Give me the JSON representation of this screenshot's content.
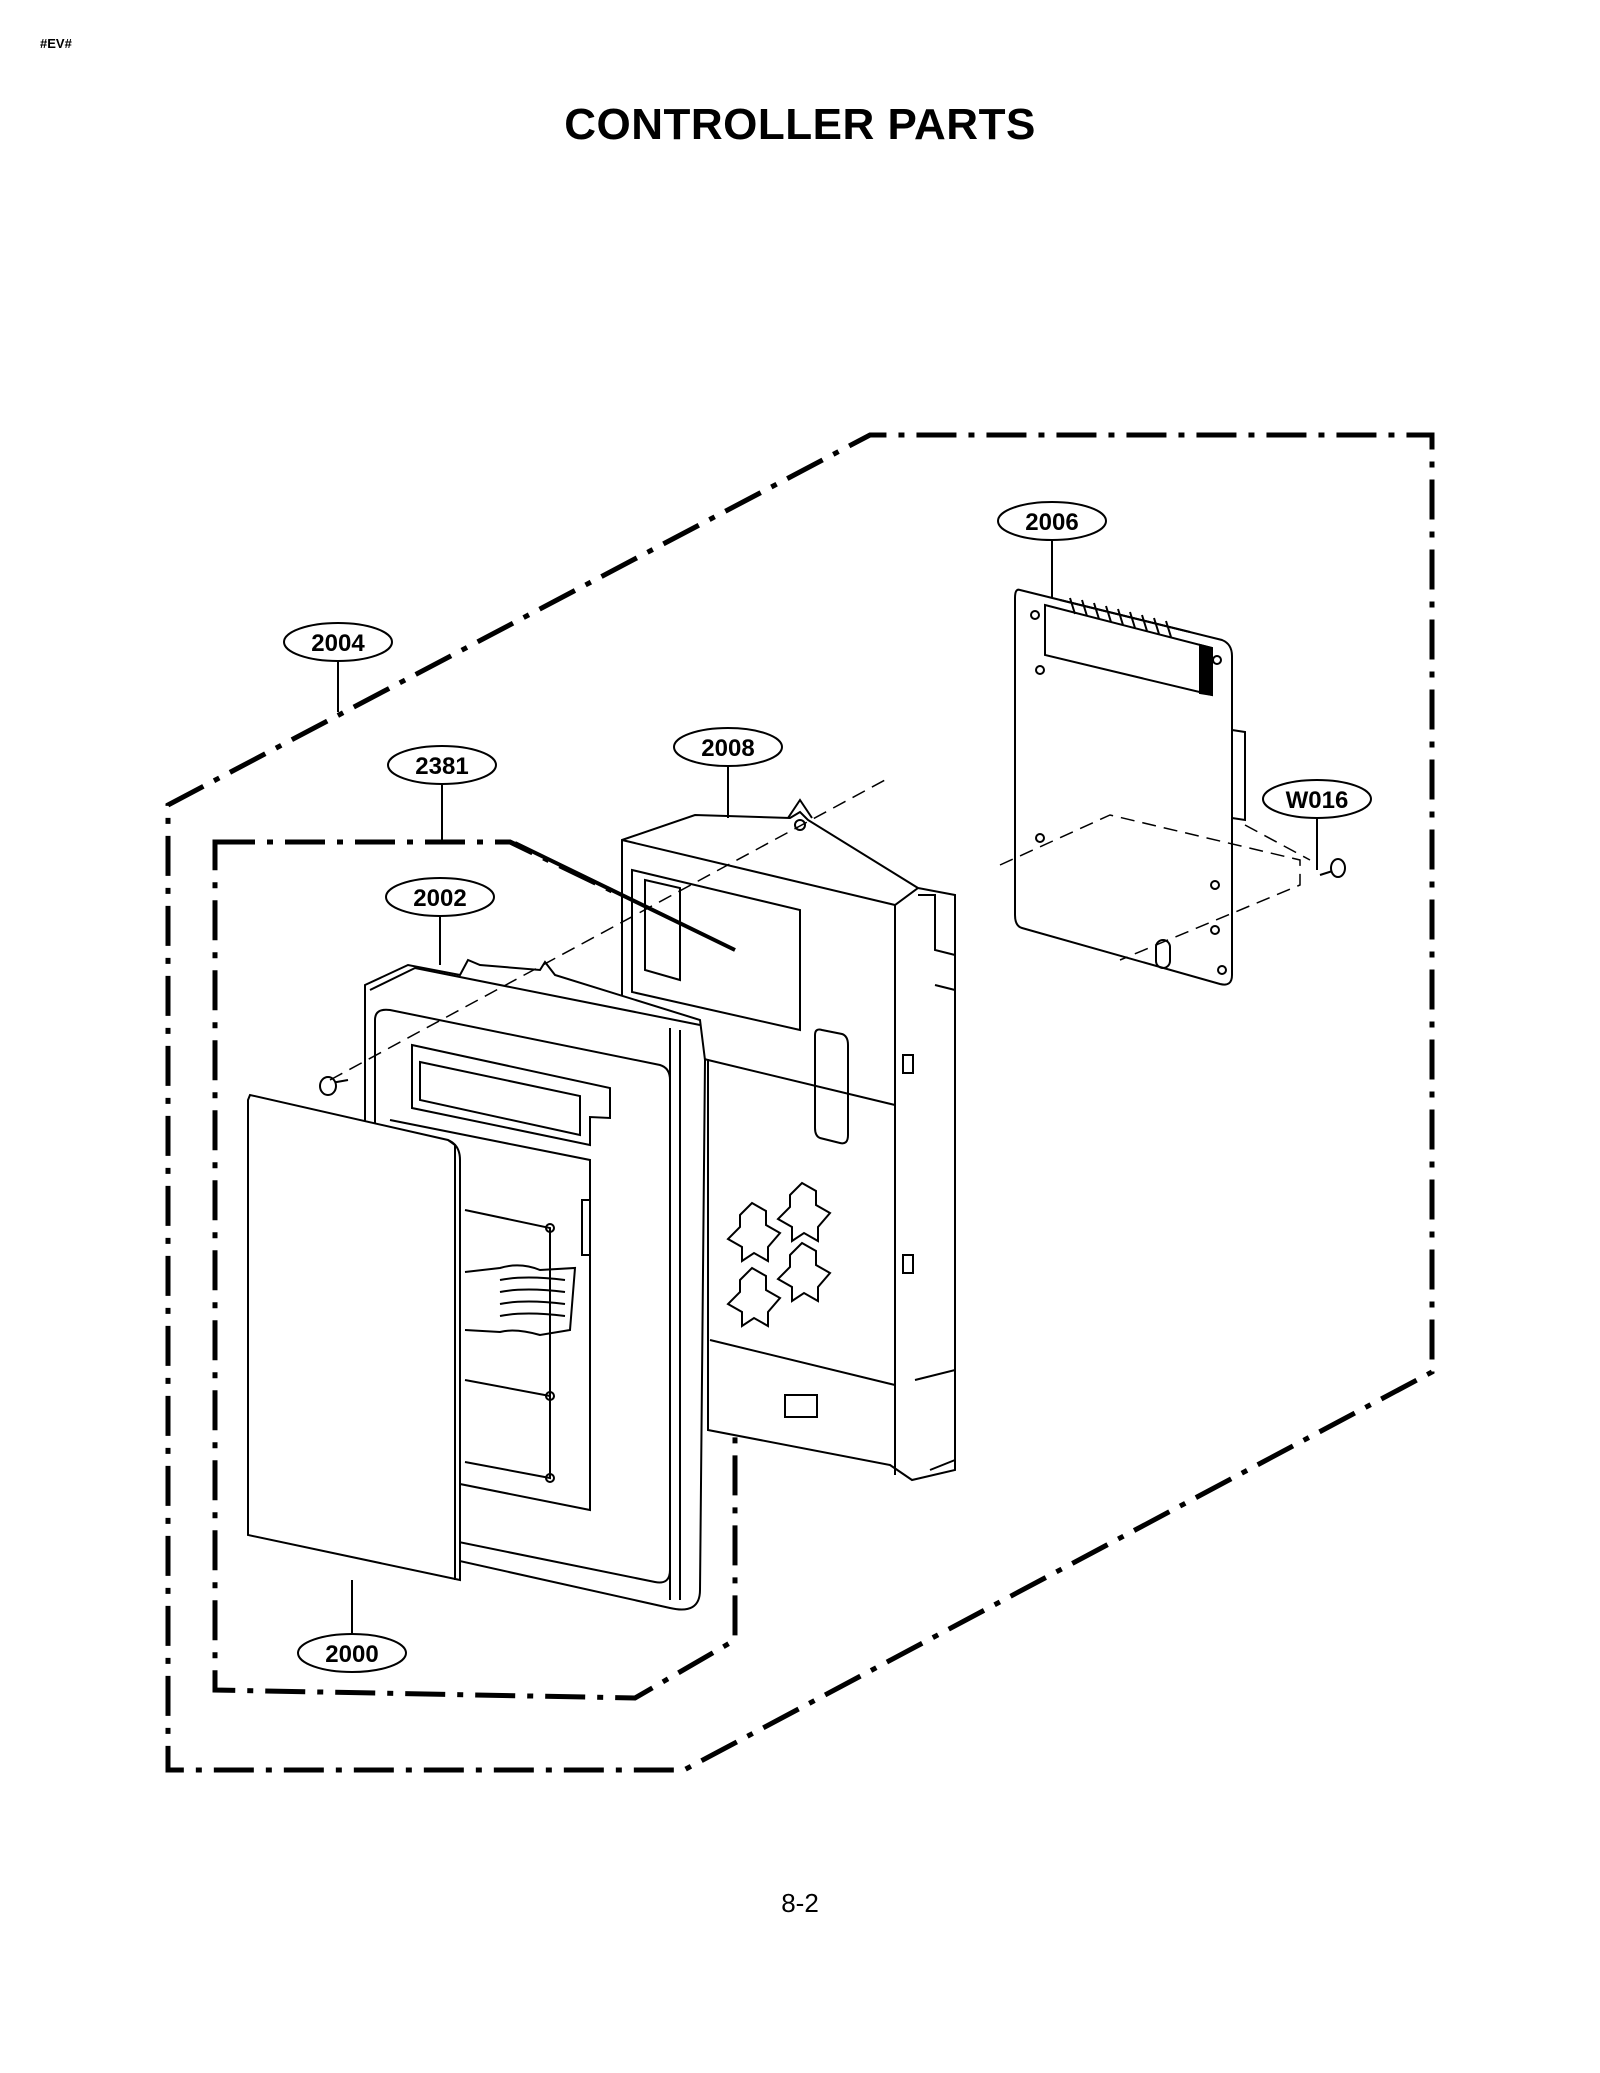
{
  "header": {
    "code": "#EV#",
    "title": "CONTROLLER PARTS"
  },
  "footer": {
    "page_number": "8-2"
  },
  "callouts": {
    "c2004": "2004",
    "c2381": "2381",
    "c2002": "2002",
    "c2008": "2008",
    "c2006": "2006",
    "cW016": "W016",
    "c2000": "2000"
  }
}
